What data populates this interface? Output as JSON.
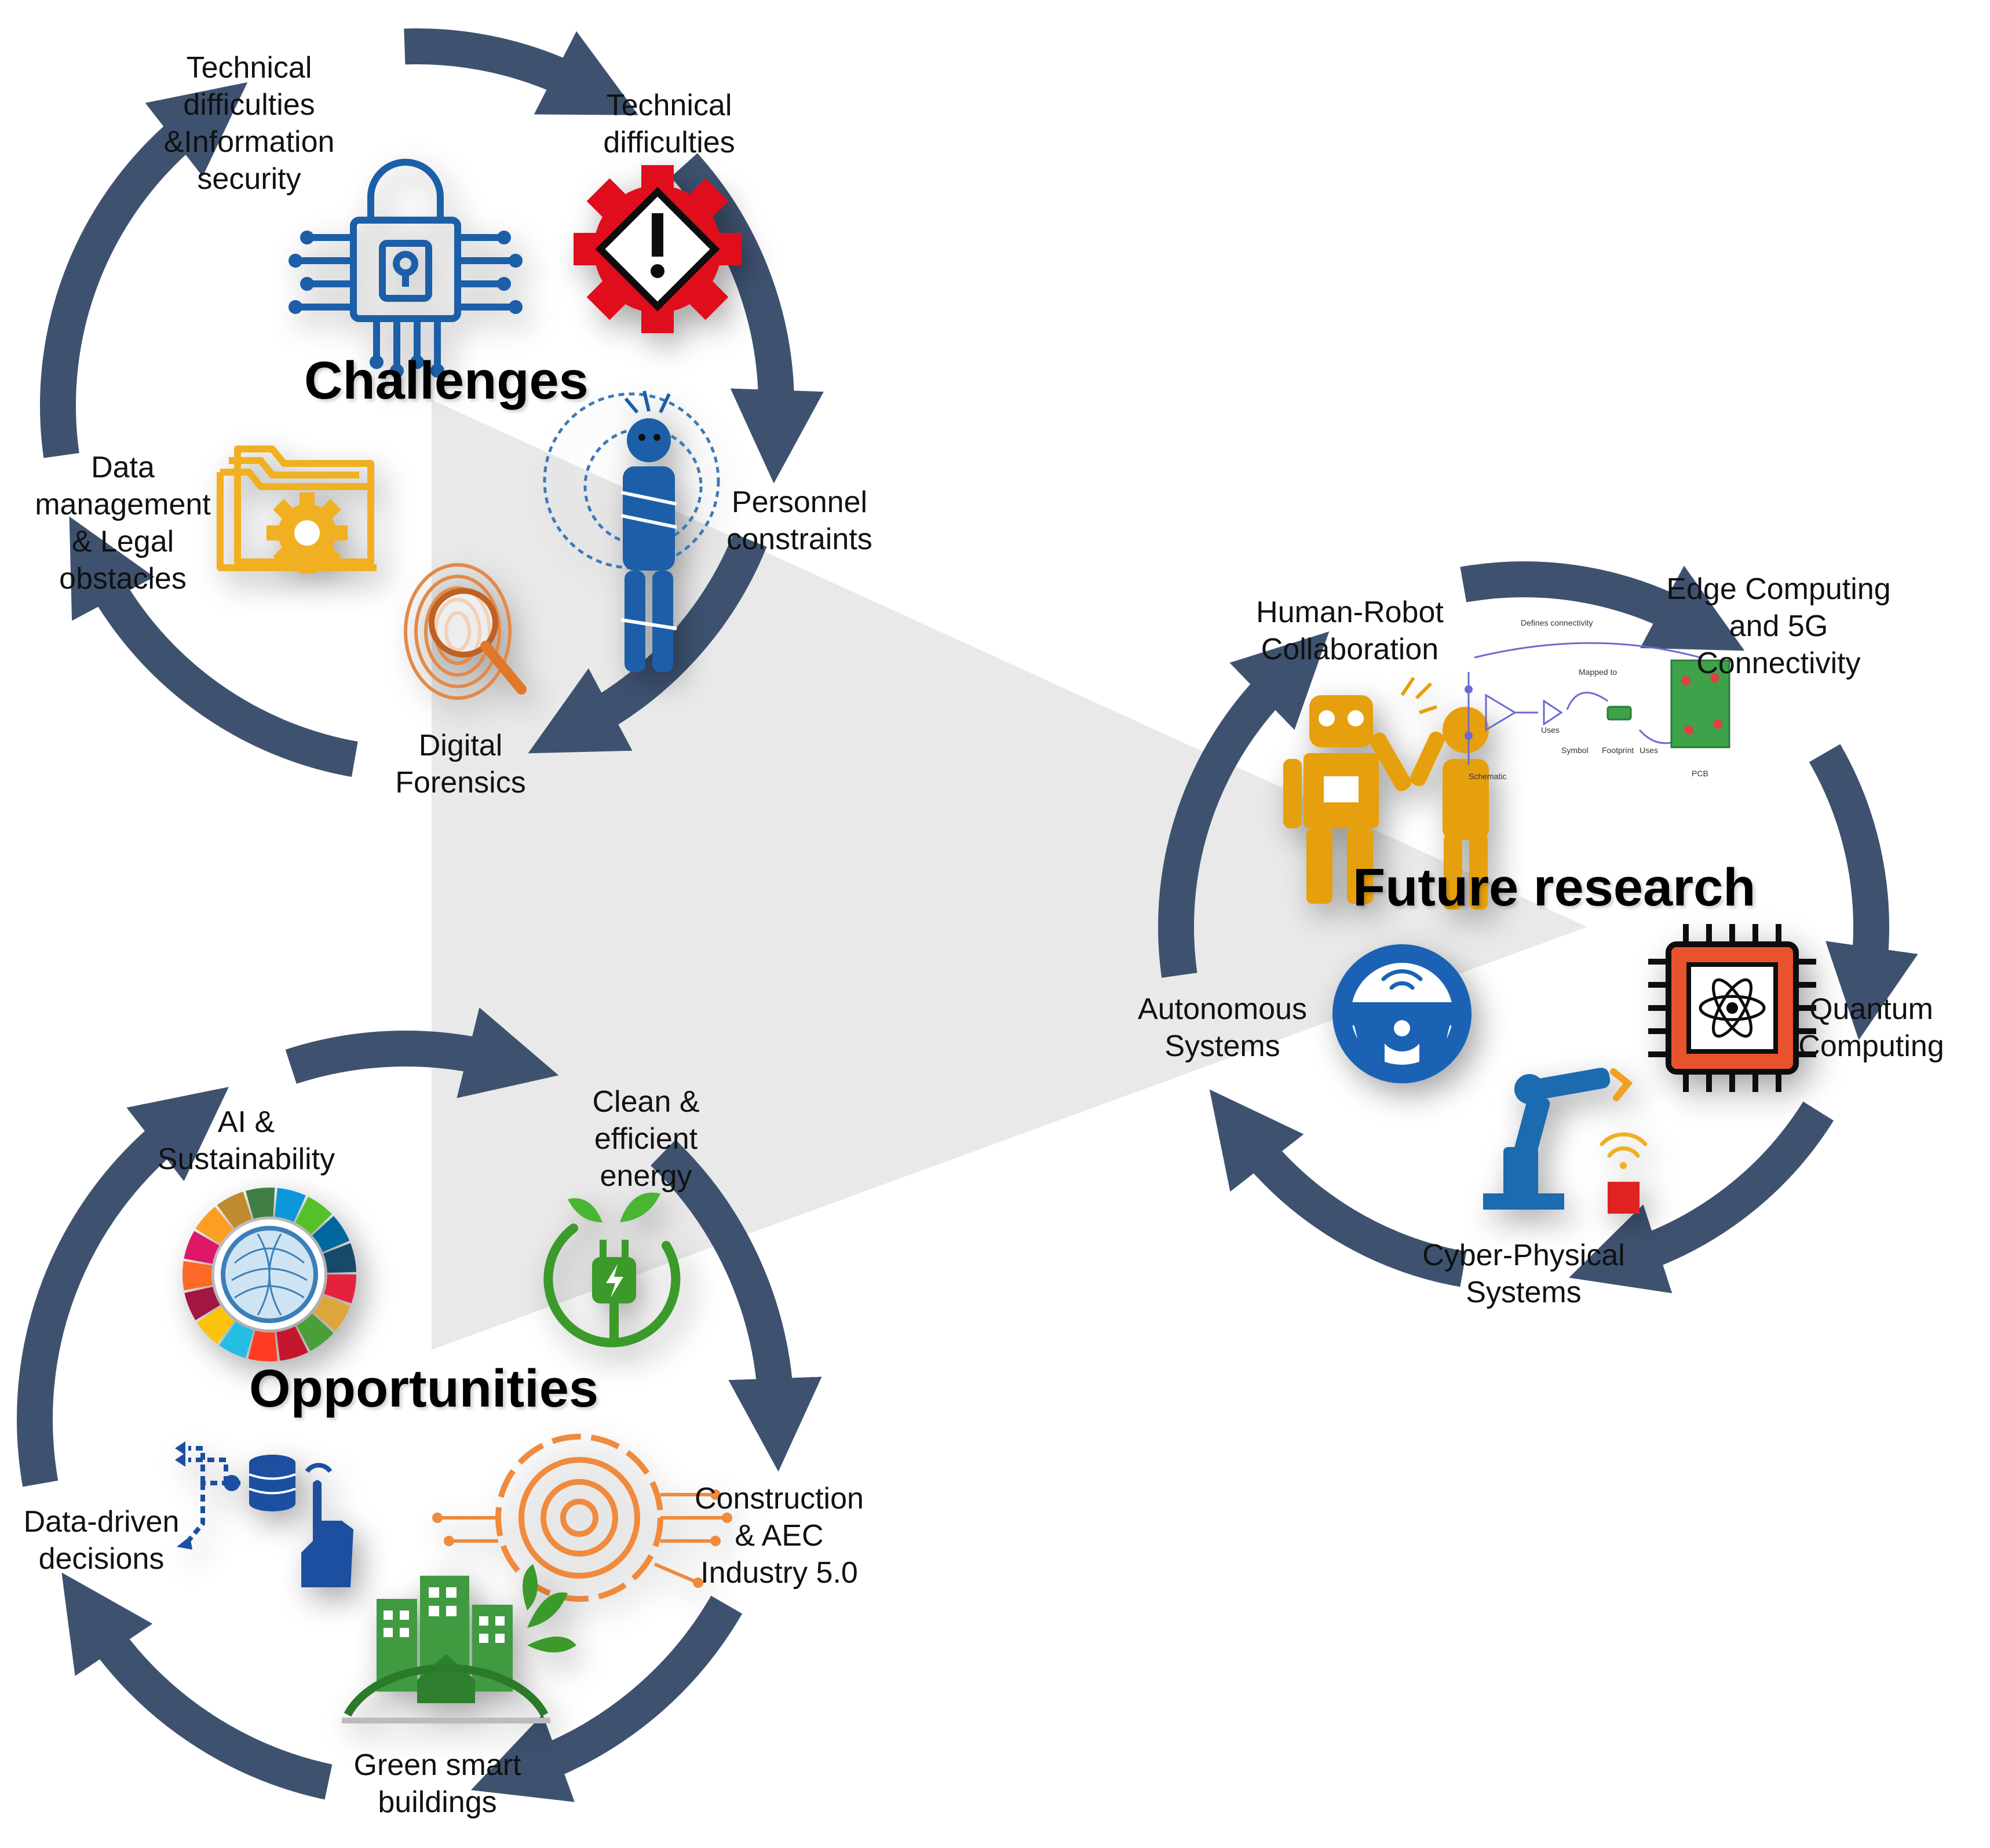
{
  "colors": {
    "arrow": "#3e5270",
    "triangle": "#e9e9e9",
    "icon_blue": "#1f5fa8",
    "icon_red": "#e0101b",
    "icon_orange": "#f0b020",
    "icon_green": "#3a9a2a",
    "icon_fp": "#e28a4a",
    "icon_constr": "#f08a3c"
  },
  "sections": {
    "challenges": {
      "title": "Challenges",
      "items": [
        {
          "label": "Technical\ndifficulties\n&Information\nsecurity",
          "icon": "circuit-lock-icon"
        },
        {
          "label": "Technical\ndifficulties",
          "icon": "warning-gear-icon"
        },
        {
          "label": "Personnel\nconstraints",
          "icon": "bound-person-icon"
        },
        {
          "label": "Digital\nForensics",
          "icon": "fingerprint-icon"
        },
        {
          "label": "Data\nmanagement\n& Legal\nobstacles",
          "icon": "folder-gear-icon"
        }
      ]
    },
    "future": {
      "title": "Future research",
      "items": [
        {
          "label": "Human-Robot\nCollaboration",
          "icon": "robot-human-icon"
        },
        {
          "label": "Edge Computing\nand 5G\nConnectivity",
          "icon": "pcb-schematic-icon"
        },
        {
          "label": "Quantum\nComputing",
          "icon": "quantum-chip-icon"
        },
        {
          "label": "Cyber-Physical\nSystems",
          "icon": "robot-arm-icon"
        },
        {
          "label": "Autonomous\nSystems",
          "icon": "steering-wheel-icon"
        }
      ],
      "schematic_labels": [
        "Defines connectivity",
        "Mapped to",
        "Uses",
        "Uses",
        "Schematic",
        "Symbol",
        "Footprint",
        "PCB"
      ]
    },
    "opportunities": {
      "title": "Opportunities",
      "items": [
        {
          "label": "AI &\nSustainability",
          "icon": "sdg-wheel-icon"
        },
        {
          "label": "Clean &\nefficient\nenergy",
          "icon": "eco-plug-icon"
        },
        {
          "label": "Construction\n& AEC\nIndustry 5.0",
          "icon": "gear-circuit-icon"
        },
        {
          "label": "Green smart\nbuildings",
          "icon": "green-buildings-icon"
        },
        {
          "label": "Data-driven\ndecisions",
          "icon": "database-touch-icon"
        }
      ]
    }
  }
}
